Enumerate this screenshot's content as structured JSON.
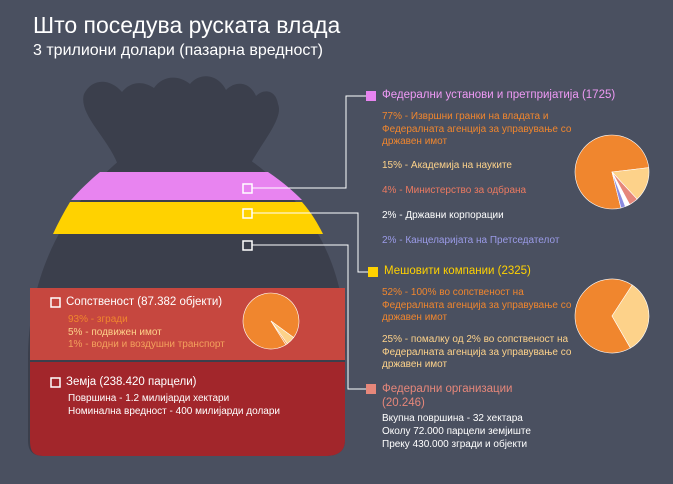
{
  "title": "Што поседува руската влада",
  "subtitle": "3 трилиони долари (пазарна вредност)",
  "colors": {
    "background": "#4a5060",
    "bag": "#3b3f4c",
    "federal_institutions": "#e884f0",
    "mixed_companies": "#ffd200",
    "federal_organizations": "#e6877a",
    "property": "#c6473f",
    "land": "#a2262b",
    "pie_main": "#f0862e",
    "pie_light": "#fdd28a"
  },
  "federal_institutions": {
    "heading": "Федерални установи и претпријатија (1725)",
    "items": [
      "77% - Извршни гранки на владата и Федералната агенција за управување со државен имот",
      "15% - Академија на науките",
      "4% - Министерство за одбрана",
      "2% - Државни корпорации",
      "2% - Канцеларијата на Претседателот"
    ]
  },
  "mixed_companies": {
    "heading": "Мешовити компании (2325)",
    "items": [
      "52% - 100% во сопственост на Федералната агенција за управување со државен имот",
      "25% - помалку од 2% во сопственост на Федералната агенција за управување со државен имот"
    ]
  },
  "federal_organizations": {
    "heading_line1": "Федерални организации",
    "heading_line2": "(20.246)",
    "details": [
      "Вкупна површина - 32 хектара",
      "Околу 72.000 парцели земјиште",
      "Преку 430.000 згради и објекти"
    ]
  },
  "property": {
    "heading": "Сопственост (87.382 објекти)",
    "items": [
      "93% - згради",
      "5% - подвижен имот",
      "1% - водни и воздушни транспорт"
    ]
  },
  "land": {
    "heading": "Земја (238.420 парцели)",
    "details": [
      "Површина - 1.2 милијарди хектари",
      "Номинална вредност - 400 милијарди долари"
    ]
  },
  "chart_data": [
    {
      "type": "pie",
      "series": [
        {
          "values": [
            77,
            15,
            4,
            2,
            2
          ]
        }
      ],
      "categories": [
        "Извршни гранки на владата и Федералната агенција за управување со државен имот",
        "Академија на науките",
        "Министерство за одбрана",
        "Државни корпорации",
        "Канцеларијата на Претседателот"
      ],
      "colors": [
        "#f0862e",
        "#fdd28a",
        "#e6877a",
        "#ffffff",
        "#8a8ae0"
      ]
    },
    {
      "type": "pie",
      "series": [
        {
          "values": [
            52,
            25
          ]
        }
      ],
      "categories": [
        "100% во сопственост на Федералната агенција за управување со државен имот",
        "помалку од 2% во сопственост на Федералната агенција за управување со државен имот"
      ],
      "colors": [
        "#f0862e",
        "#fdd28a"
      ]
    },
    {
      "type": "pie",
      "series": [
        {
          "values": [
            93,
            5,
            1
          ]
        }
      ],
      "categories": [
        "згради",
        "подвижен имот",
        "водни и воздушни транспорт"
      ],
      "colors": [
        "#f0862e",
        "#fdd28a",
        "#f3a05c"
      ]
    }
  ]
}
